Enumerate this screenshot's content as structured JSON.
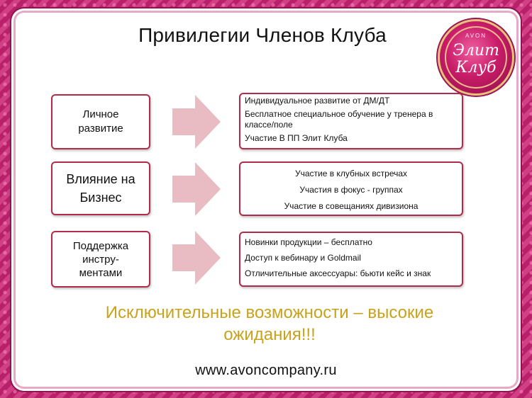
{
  "slide": {
    "title": "Привилегии Членов Клуба",
    "emblem": {
      "brand": "AVON",
      "word1": "Элит",
      "word2": "Клуб"
    },
    "rows": [
      {
        "label": "Личное\nразвитие",
        "items": [
          "Индивидуальное развитие от ДМ/ДТ",
          "Бесплатное специальное обучение у тренера в классе/поле",
          "Участие В ПП Элит Клуба"
        ]
      },
      {
        "label": "Влияние на\nБизнес",
        "items": [
          "Участие в клубных встречах",
          "Участия в фокус - группах",
          "Участие в совещаниях  дивизиона"
        ]
      },
      {
        "label": "Поддержка\nинстру-\nментами",
        "items": [
          "Новинки продукции – бесплатно",
          "Доступ к вебинару и Goldmail",
          "Отличительные аксессуары: бьюти кейс и знак"
        ]
      }
    ],
    "tagline": "Исключительные возможности – высокие\nожидания!!!",
    "url": "www.avoncompany.ru"
  },
  "colors": {
    "frame": "#b8206a",
    "box_border": "#b32b4a",
    "arrow": "#e8bcc2",
    "tagline": "#c9a21c"
  }
}
